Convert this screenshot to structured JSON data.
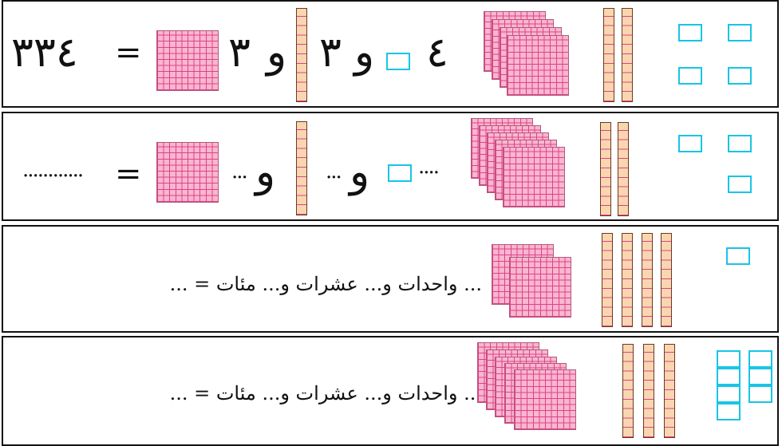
{
  "rows": [
    {
      "id": "row1",
      "expression": {
        "total": "٣٣٤",
        "equals": "=",
        "hundreds_value": "٣",
        "and1": "و",
        "tens_value": "٣",
        "and2": "و",
        "ones_value": "٤"
      },
      "blocks": {
        "hundreds": 4,
        "tens": 2,
        "ones": 4
      }
    },
    {
      "id": "row2",
      "expression": {
        "total": "............",
        "equals": "=",
        "hundreds_blank": "...",
        "and1": "و",
        "tens_blank": "...",
        "and2": "و",
        "ones_blank": "...."
      },
      "blocks": {
        "hundreds": 5,
        "tens": 2,
        "ones": 3
      }
    },
    {
      "id": "row3",
      "sentence": "... واحدات و... عشرات و... مئات = ...",
      "blocks": {
        "hundreds": 2,
        "tens": 4,
        "ones": 1
      }
    },
    {
      "id": "row4",
      "sentence": "... واحدات و... عشرات و... مئات = ...",
      "blocks": {
        "hundreds": 5,
        "tens": 3,
        "ones": 7
      }
    }
  ]
}
